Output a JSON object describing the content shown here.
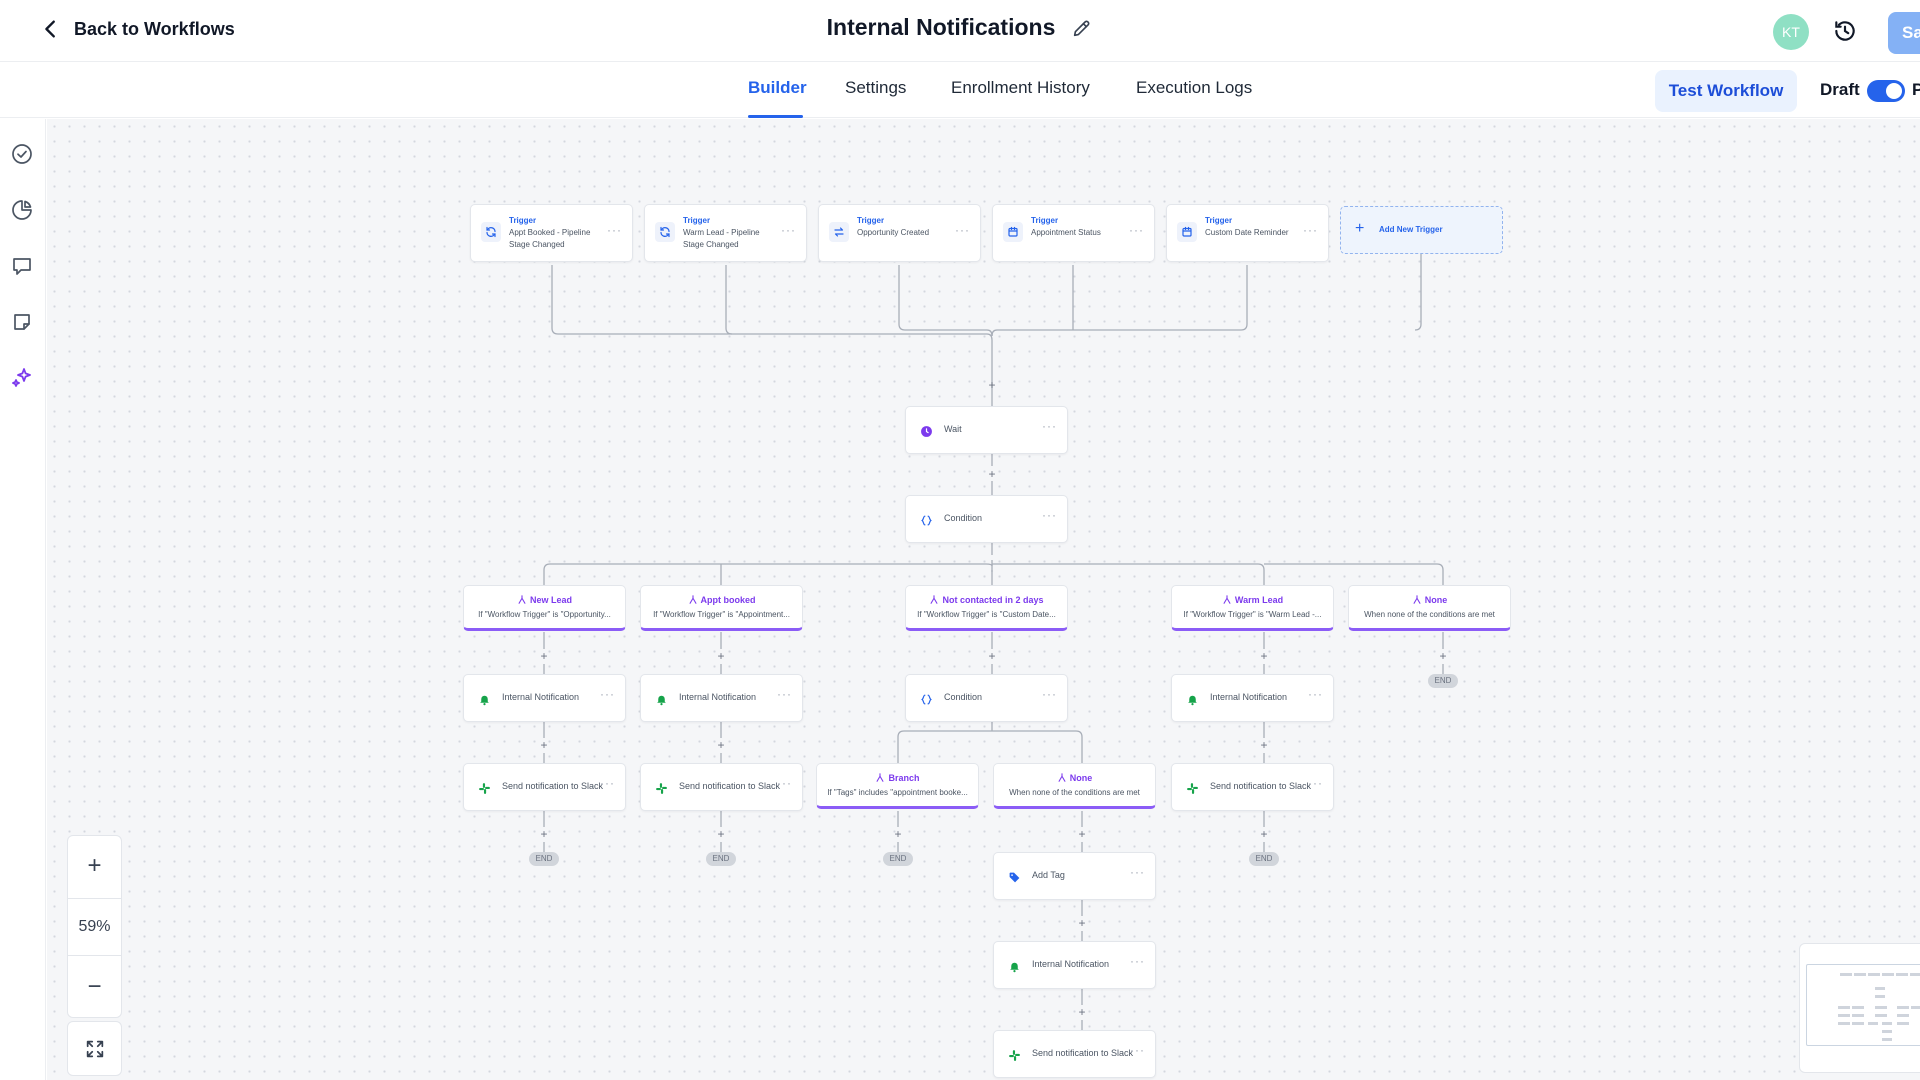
{
  "header": {
    "back_label": "Back to Workflows",
    "title": "Internal Notifications",
    "avatar_initials": "KT",
    "save_label": "Sa"
  },
  "tabs": [
    {
      "label": "Builder",
      "active": true
    },
    {
      "label": "Settings",
      "active": false
    },
    {
      "label": "Enrollment History",
      "active": false
    },
    {
      "label": "Execution Logs",
      "active": false
    }
  ],
  "toolbar": {
    "test_label": "Test Workflow",
    "draft_label": "Draft",
    "publish_label": "P",
    "toggle_on": true
  },
  "triggers": [
    {
      "kind": "Trigger",
      "desc": "Appt Booked - Pipeline Stage Changed",
      "icon": "refresh-icon"
    },
    {
      "kind": "Trigger",
      "desc": "Warm Lead - Pipeline Stage Changed",
      "icon": "refresh-icon"
    },
    {
      "kind": "Trigger",
      "desc": "Opportunity Created",
      "icon": "swap-icon"
    },
    {
      "kind": "Trigger",
      "desc": "Appointment Status",
      "icon": "calendar-icon"
    },
    {
      "kind": "Trigger",
      "desc": "Custom Date Reminder",
      "icon": "calendar-icon"
    }
  ],
  "add_trigger_label": "Add New Trigger",
  "nodes": {
    "wait": "Wait",
    "condition": "Condition",
    "internal_notification": "Internal Notification",
    "slack": "Send notification to Slack",
    "add_tag": "Add Tag",
    "end": "END",
    "more": "···",
    "plus": "+"
  },
  "branches": [
    {
      "name": "New Lead",
      "desc": "If \"Workflow Trigger\" is \"Opportunity..."
    },
    {
      "name": "Appt booked",
      "desc": "If \"Workflow Trigger\" is \"Appointment..."
    },
    {
      "name": "Not contacted in 2 days",
      "desc": "If \"Workflow Trigger\" is \"Custom Date..."
    },
    {
      "name": "Warm Lead",
      "desc": "If \"Workflow Trigger\" is \"Warm Lead -..."
    },
    {
      "name": "None",
      "desc": "When none of the conditions are met"
    }
  ],
  "sub_branches": [
    {
      "name": "Branch",
      "desc": "If \"Tags\" includes \"appointment booke..."
    },
    {
      "name": "None",
      "desc": "When none of the conditions are met"
    }
  ],
  "zoom": {
    "zoom_in": "+",
    "level": "59%",
    "zoom_out": "−"
  },
  "rail_icons": [
    "check-circle-icon",
    "pie-chart-icon",
    "chat-icon",
    "note-icon",
    "sparkle-icon"
  ],
  "colors": {
    "accent": "#2563eb",
    "branch": "#8b5cf6",
    "notification_green": "#16a34a",
    "slack": "#16a34a",
    "wait_purple": "#7c3aed"
  }
}
